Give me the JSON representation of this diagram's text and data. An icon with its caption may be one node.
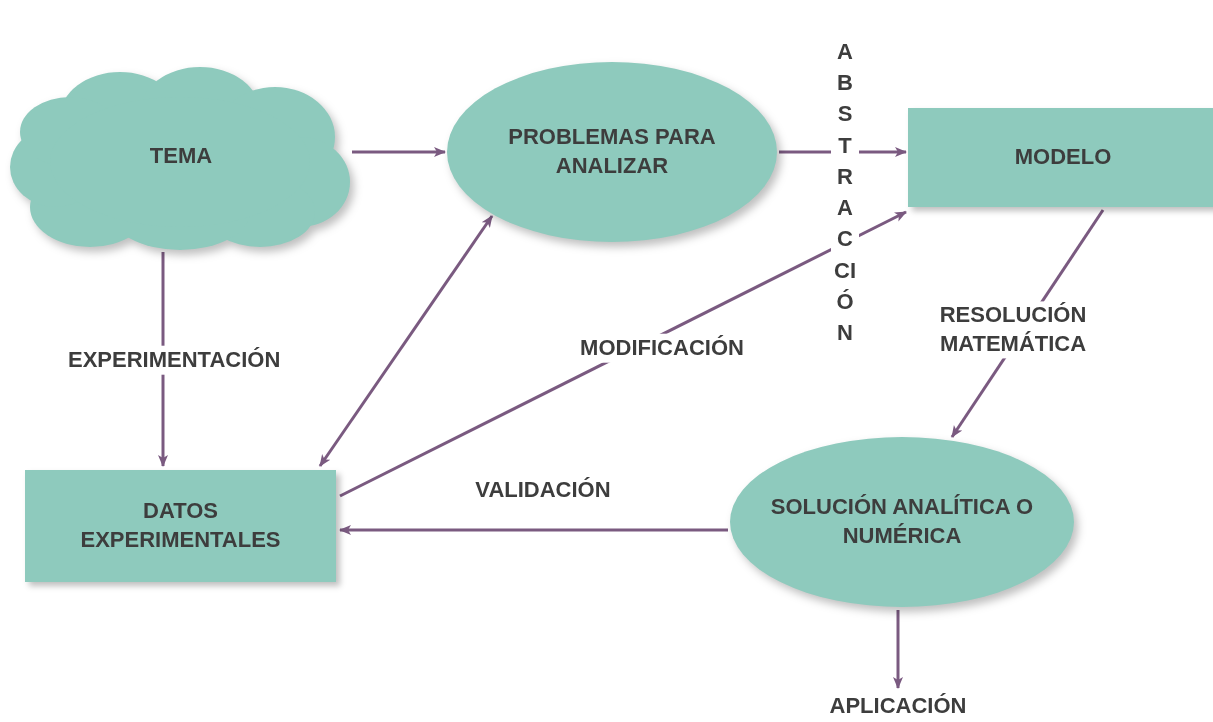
{
  "diagram": {
    "nodes": [
      {
        "text": [
          "TEMA"
        ]
      },
      {
        "text": [
          "PROBLEMAS PARA ANALIZAR"
        ]
      },
      {
        "text": [
          "MODELO"
        ]
      },
      {
        "text": [
          "DATOS EXPERIMENTALES"
        ]
      },
      {
        "text": [
          "SOLUCIÓN ANALÍTICA O NUMÉRICA"
        ]
      },
      {
        "text": [
          "APLICACIÓN"
        ]
      }
    ],
    "edges": [
      {
        "from": 0,
        "to": 1,
        "arrow": "to"
      },
      {
        "from": 0,
        "to": 3,
        "arrow": "to",
        "label": "EXPERIMENTACIÓN"
      },
      {
        "from": 1,
        "to": 3,
        "arrow": "both"
      },
      {
        "from": 1,
        "to": 2,
        "arrow": "to",
        "label": "ABSTRACCIÓN"
      },
      {
        "from": 3,
        "to": 2,
        "arrow": "to",
        "label": "MODIFICACIÓN"
      },
      {
        "from": 2,
        "to": 4,
        "arrow": "to",
        "label": "RESOLUCIÓN MATEMÁTICA"
      },
      {
        "from": 4,
        "to": 3,
        "arrow": "to",
        "label": "VALIDACIÓN"
      },
      {
        "from": 4,
        "to": 5,
        "arrow": "to"
      }
    ]
  }
}
